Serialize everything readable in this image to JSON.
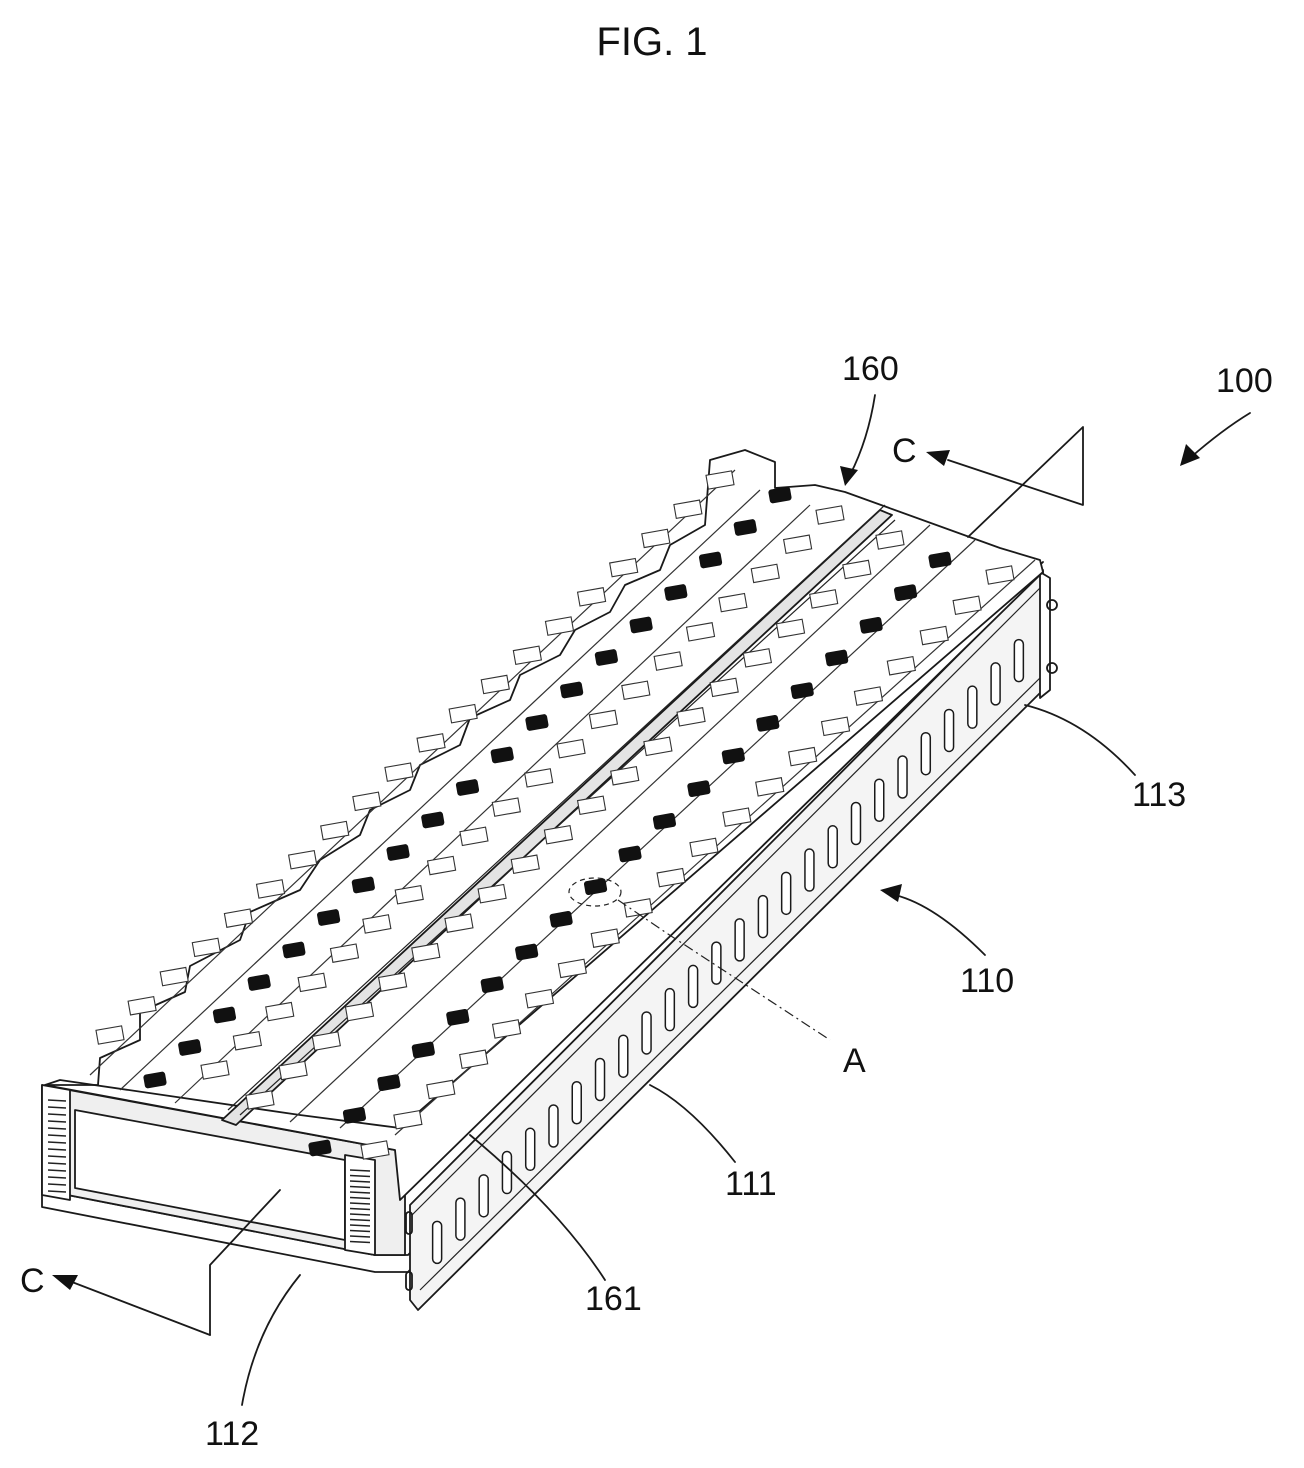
{
  "figure": {
    "title": "FIG. 1",
    "labels": {
      "assembly": "100",
      "cover": "160",
      "cover_part": "161",
      "case": "110",
      "side_plate": "111",
      "front_plate": "112",
      "rear_plate": "113",
      "detail": "A",
      "section_top": "C",
      "section_bottom": "C"
    },
    "colors": {
      "line": "#1a1a1a",
      "top_face": "#ffffff",
      "side_face": "#f4f4f4",
      "front_face": "#efefef",
      "tab_mark": "#111111"
    }
  }
}
